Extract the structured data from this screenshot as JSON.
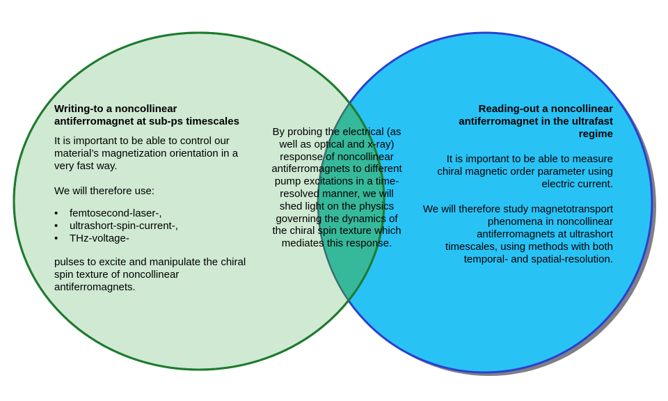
{
  "colors": {
    "left_fill": "#cfe9d3",
    "left_stroke": "#1e7b2e",
    "right_fill": "#29c2f5",
    "right_stroke": "#2a3fd1",
    "overlap_fill": "#36b99a",
    "overlap_stroke": "#3c6f6e",
    "shadow": "#7f7f86"
  },
  "left": {
    "title": "Writing-to a noncollinear antiferromagnet at sub-ps timescales",
    "intro": "It is important to be able to control our material’s magnetization orientation in a very fast way.",
    "lead": "We will therefore use:",
    "bullet_symbol": "•",
    "bullets": [
      "femtosecond-laser-,",
      "ultrashort-spin-current-,",
      "THz-voltage-"
    ],
    "outro": "pulses to excite and manipulate the chiral spin texture of noncollinear antiferromagnets."
  },
  "center": {
    "text": "By probing the electrical (as well as optical and x-ray) response of noncollinear antiferromagnets to different pump excitations in a time-resolved manner, we will shed light on the physics governing the dynamics of the chiral spin texture which mediates this response."
  },
  "right": {
    "title": "Reading-out a noncollinear antiferromagnet in the ultrafast regime",
    "intro": "It is important to be able to measure chiral magnetic order parameter using electric current.",
    "body": "We will therefore study magnetotransport phenomena in noncollinear antiferromagnets at ultrashort timescales, using methods with both temporal- and spatial-resolution."
  }
}
